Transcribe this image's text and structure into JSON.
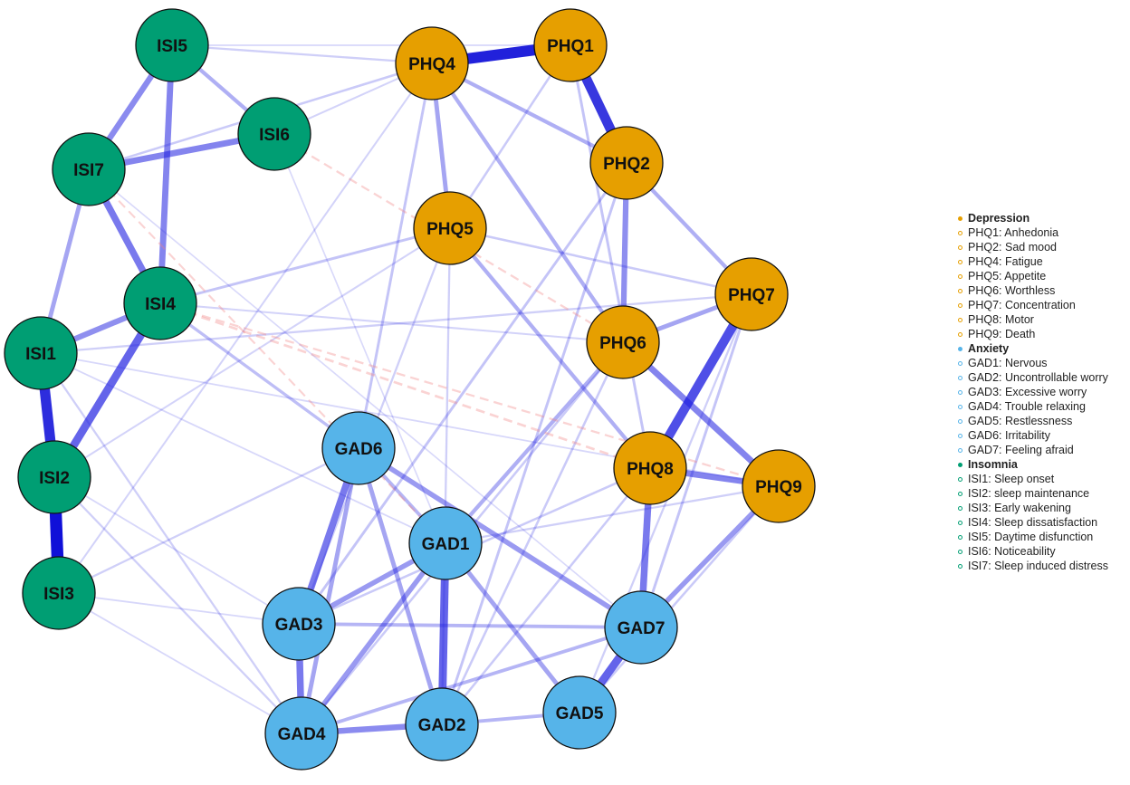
{
  "colors": {
    "depression": "#E69F00",
    "anxiety": "#56B4E9",
    "insomnia": "#009E73",
    "positive_edge": "#1F1FE0",
    "negative_edge": "#F08080"
  },
  "nodes": [
    {
      "id": "PHQ1",
      "group": "depression"
    },
    {
      "id": "PHQ2",
      "group": "depression"
    },
    {
      "id": "PHQ4",
      "group": "depression"
    },
    {
      "id": "PHQ5",
      "group": "depression"
    },
    {
      "id": "PHQ6",
      "group": "depression"
    },
    {
      "id": "PHQ7",
      "group": "depression"
    },
    {
      "id": "PHQ8",
      "group": "depression"
    },
    {
      "id": "PHQ9",
      "group": "depression"
    },
    {
      "id": "GAD1",
      "group": "anxiety"
    },
    {
      "id": "GAD2",
      "group": "anxiety"
    },
    {
      "id": "GAD3",
      "group": "anxiety"
    },
    {
      "id": "GAD4",
      "group": "anxiety"
    },
    {
      "id": "GAD5",
      "group": "anxiety"
    },
    {
      "id": "GAD6",
      "group": "anxiety"
    },
    {
      "id": "GAD7",
      "group": "anxiety"
    },
    {
      "id": "ISI1",
      "group": "insomnia"
    },
    {
      "id": "ISI2",
      "group": "insomnia"
    },
    {
      "id": "ISI3",
      "group": "insomnia"
    },
    {
      "id": "ISI4",
      "group": "insomnia"
    },
    {
      "id": "ISI5",
      "group": "insomnia"
    },
    {
      "id": "ISI6",
      "group": "insomnia"
    },
    {
      "id": "ISI7",
      "group": "insomnia"
    }
  ],
  "edges": [
    [
      "ISI2",
      "ISI3",
      0.95
    ],
    [
      "PHQ4",
      "PHQ1",
      0.85
    ],
    [
      "ISI1",
      "ISI2",
      0.8
    ],
    [
      "PHQ1",
      "PHQ2",
      0.75
    ],
    [
      "PHQ7",
      "PHQ8",
      0.7
    ],
    [
      "GAD1",
      "GAD2",
      0.6
    ],
    [
      "ISI4",
      "ISI2",
      0.6
    ],
    [
      "GAD7",
      "GAD5",
      0.6
    ],
    [
      "GAD6",
      "GAD3",
      0.5
    ],
    [
      "GAD3",
      "GAD4",
      0.5
    ],
    [
      "PHQ8",
      "GAD7",
      0.5
    ],
    [
      "ISI7",
      "ISI4",
      0.5
    ],
    [
      "PHQ6",
      "PHQ9",
      0.45
    ],
    [
      "ISI5",
      "ISI4",
      0.45
    ],
    [
      "ISI7",
      "ISI6",
      0.45
    ],
    [
      "GAD2",
      "GAD4",
      0.42
    ],
    [
      "PHQ8",
      "PHQ9",
      0.45
    ],
    [
      "ISI5",
      "ISI7",
      0.42
    ],
    [
      "PHQ2",
      "PHQ6",
      0.4
    ],
    [
      "ISI4",
      "ISI1",
      0.4
    ],
    [
      "PHQ9",
      "GAD7",
      0.35
    ],
    [
      "GAD1",
      "GAD4",
      0.35
    ],
    [
      "GAD1",
      "GAD3",
      0.35
    ],
    [
      "GAD6",
      "GAD7",
      0.35
    ],
    [
      "PHQ4",
      "PHQ5",
      0.3
    ],
    [
      "PHQ6",
      "PHQ7",
      0.3
    ],
    [
      "ISI7",
      "ISI1",
      0.3
    ],
    [
      "GAD6",
      "GAD4",
      0.3
    ],
    [
      "GAD1",
      "GAD5",
      0.3
    ],
    [
      "ISI5",
      "ISI6",
      0.25
    ],
    [
      "PHQ2",
      "PHQ7",
      0.25
    ],
    [
      "PHQ4",
      "PHQ2",
      0.25
    ],
    [
      "PHQ4",
      "PHQ6",
      0.25
    ],
    [
      "GAD6",
      "GAD2",
      0.3
    ],
    [
      "PHQ6",
      "GAD1",
      0.25
    ],
    [
      "PHQ5",
      "PHQ8",
      0.25
    ],
    [
      "GAD3",
      "GAD7",
      0.22
    ],
    [
      "GAD4",
      "GAD7",
      0.22
    ],
    [
      "GAD2",
      "GAD5",
      0.22
    ],
    [
      "GAD6",
      "GAD1",
      0.22
    ],
    [
      "ISI4",
      "GAD6",
      0.18
    ],
    [
      "ISI4",
      "PHQ5",
      0.15
    ],
    [
      "PHQ4",
      "GAD6",
      0.15
    ],
    [
      "PHQ4",
      "ISI7",
      0.12
    ],
    [
      "PHQ1",
      "PHQ5",
      0.12
    ],
    [
      "PHQ2",
      "GAD2",
      0.15
    ],
    [
      "PHQ2",
      "GAD3",
      0.15
    ],
    [
      "PHQ5",
      "PHQ7",
      0.12
    ],
    [
      "PHQ1",
      "PHQ8",
      0.15
    ],
    [
      "PHQ7",
      "GAD7",
      0.15
    ],
    [
      "GAD3",
      "PHQ8",
      0.12
    ],
    [
      "ISI1",
      "PHQ7",
      0.1
    ],
    [
      "ISI3",
      "GAD6",
      0.1
    ],
    [
      "ISI2",
      "GAD4",
      0.1
    ],
    [
      "ISI1",
      "GAD4",
      0.1
    ],
    [
      "ISI2",
      "PHQ5",
      0.08
    ],
    [
      "ISI5",
      "PHQ4",
      0.1
    ],
    [
      "ISI6",
      "PHQ4",
      0.08
    ],
    [
      "ISI3",
      "PHQ4",
      0.08
    ],
    [
      "PHQ6",
      "GAD4",
      0.12
    ],
    [
      "PHQ6",
      "GAD2",
      0.12
    ],
    [
      "PHQ9",
      "GAD5",
      0.12
    ],
    [
      "PHQ8",
      "GAD2",
      0.12
    ],
    [
      "GAD1",
      "PHQ9",
      0.1
    ],
    [
      "PHQ5",
      "GAD2",
      0.1
    ],
    [
      "PHQ5",
      "GAD3",
      0.1
    ],
    [
      "PHQ7",
      "GAD5",
      0.1
    ],
    [
      "ISI5",
      "PHQ1",
      0.06
    ],
    [
      "ISI1",
      "PHQ9",
      0.06
    ],
    [
      "ISI3",
      "GAD3",
      0.06
    ],
    [
      "ISI2",
      "GAD3",
      0.06
    ],
    [
      "ISI3",
      "GAD4",
      0.06
    ],
    [
      "ISI1",
      "GAD1",
      0.06
    ],
    [
      "ISI6",
      "GAD1",
      0.05
    ],
    [
      "ISI7",
      "GAD7",
      0.05
    ],
    [
      "ISI4",
      "PHQ6",
      0.08
    ]
  ],
  "negative_edges": [
    [
      "ISI4",
      "PHQ8",
      0.15
    ],
    [
      "ISI6",
      "PHQ6",
      0.1
    ],
    [
      "ISI7",
      "GAD1",
      0.08
    ],
    [
      "ISI4",
      "PHQ9",
      0.1
    ]
  ],
  "legend": [
    {
      "label": "Depression",
      "group": "depression",
      "header": true
    },
    {
      "label": "PHQ1: Anhedonia",
      "group": "depression"
    },
    {
      "label": "PHQ2: Sad mood",
      "group": "depression"
    },
    {
      "label": "PHQ4: Fatigue",
      "group": "depression"
    },
    {
      "label": "PHQ5: Appetite",
      "group": "depression"
    },
    {
      "label": "PHQ6: Worthless",
      "group": "depression"
    },
    {
      "label": "PHQ7: Concentration",
      "group": "depression"
    },
    {
      "label": "PHQ8: Motor",
      "group": "depression"
    },
    {
      "label": "PHQ9: Death",
      "group": "depression"
    },
    {
      "label": "Anxiety",
      "group": "anxiety",
      "header": true
    },
    {
      "label": "GAD1: Nervous",
      "group": "anxiety"
    },
    {
      "label": "GAD2: Uncontrollable worry",
      "group": "anxiety"
    },
    {
      "label": "GAD3: Excessive worry",
      "group": "anxiety"
    },
    {
      "label": "GAD4: Trouble relaxing",
      "group": "anxiety"
    },
    {
      "label": "GAD5: Restlessness",
      "group": "anxiety"
    },
    {
      "label": "GAD6: Irritability",
      "group": "anxiety"
    },
    {
      "label": "GAD7: Feeling afraid",
      "group": "anxiety"
    },
    {
      "label": "Insomnia",
      "group": "insomnia",
      "header": true
    },
    {
      "label": "ISI1: Sleep onset",
      "group": "insomnia"
    },
    {
      "label": "ISI2: sleep maintenance",
      "group": "insomnia"
    },
    {
      "label": "ISI3: Early wakening",
      "group": "insomnia"
    },
    {
      "label": "ISI4: Sleep dissatisfaction",
      "group": "insomnia"
    },
    {
      "label": "ISI5: Daytime disfunction",
      "group": "insomnia"
    },
    {
      "label": "ISI6: Noticeability",
      "group": "insomnia"
    },
    {
      "label": "ISI7: Sleep induced distress",
      "group": "insomnia"
    }
  ]
}
